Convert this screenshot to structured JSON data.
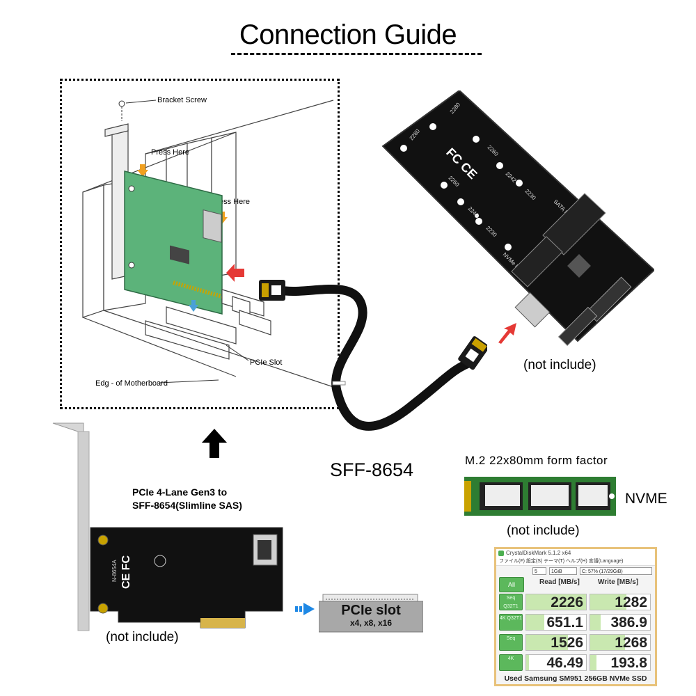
{
  "title": "Connection Guide",
  "install_diagram": {
    "labels": {
      "bracket_screw": "Bracket Screw",
      "press_here_1": "Press Here",
      "press_here_2": "Press Here",
      "pcie_slot": "PCIe Slot",
      "edge_of_motherboard": "Edg - of Motherboard"
    }
  },
  "cable": {
    "label": "SFF-8654"
  },
  "adapter": {
    "not_included": "(not include)",
    "silkscreen": {
      "sizes": [
        "2280",
        "2280",
        "2260",
        "2260",
        "2242",
        "2242",
        "2230",
        "2230"
      ],
      "logo": "FC CE",
      "sata_label": "SATA M2 SSD",
      "nvme_label": "NVMe M2 SSD"
    }
  },
  "card": {
    "title_line1": "PCIe 4-Lane Gen3 to",
    "title_line2": "SFF-8654(Slimline SAS)",
    "not_included": "(not include)",
    "silkscreen_model": "N-8654A",
    "silkscreen_logo": "CE FC"
  },
  "slot": {
    "label": "PCIe slot",
    "sublabel": "x4, x8, x16",
    "arrow_color": "#1e88e5"
  },
  "ssd": {
    "title": "M.2 22x80mm form factor",
    "type": "NVME",
    "not_included": "(not include)"
  },
  "benchmark": {
    "window_title": "CrystalDiskMark 5.1.2 x64",
    "menu": "ファイル(F)  設定(S)  テーマ(T)  ヘルプ(H)  言語(Language)",
    "all_button": "All",
    "count": "5",
    "size": "1GiB",
    "drive": "C: 57% (17/29GiB)",
    "read_header": "Read [MB/s]",
    "write_header": "Write [MB/s]",
    "rows": [
      {
        "label": "Seq Q32T1",
        "read": "2226",
        "write": "1282",
        "read_fill": 1.0,
        "write_fill": 0.6
      },
      {
        "label": "4K Q32T1",
        "read": "651.1",
        "write": "386.9",
        "read_fill": 0.3,
        "write_fill": 0.18
      },
      {
        "label": "Seq",
        "read": "1526",
        "write": "1268",
        "read_fill": 0.7,
        "write_fill": 0.58
      },
      {
        "label": "4K",
        "read": "46.49",
        "write": "193.8",
        "read_fill": 0.05,
        "write_fill": 0.1
      }
    ],
    "footer": "Used Samsung SM951 256GB NVMe SSD",
    "accent": "#5cb85c"
  }
}
